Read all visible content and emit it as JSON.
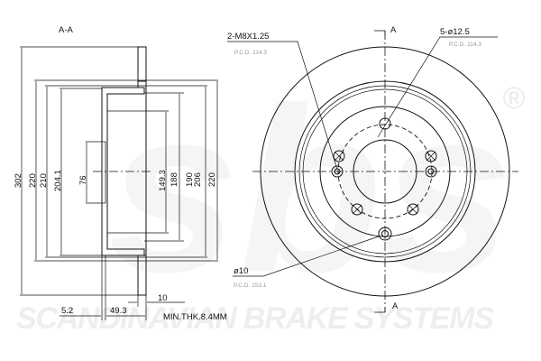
{
  "watermark": {
    "brand": "sbs",
    "registered": "®",
    "tagline": "SCANDINAVIAN BRAKE SYSTEMS"
  },
  "section_view": {
    "title": "A-A",
    "dimensions": {
      "outer_diameter": "302",
      "d220_left": "220",
      "d210": "210",
      "d204_1": "204.1",
      "d76": "76",
      "d149_3": "149.3",
      "d188": "188",
      "d190": "190",
      "d206": "206",
      "d220_right": "220",
      "offset_5_2": "5.2",
      "height_49_3": "49.3",
      "thickness_10": "10",
      "min_thickness": "MIN.THK.8.4MM"
    }
  },
  "front_view": {
    "section_marker_top": "A",
    "section_marker_bottom": "A",
    "thread_callout": {
      "label": "2-M8X1.25",
      "pcd": "P.C.D. 114.3"
    },
    "bolt_hole_callout": {
      "label": "5-ø12.5",
      "pcd": "P.C.D. 114.3"
    },
    "small_hole_callout": {
      "label": "ø10",
      "pcd": "P.C.D. 153.1"
    }
  }
}
